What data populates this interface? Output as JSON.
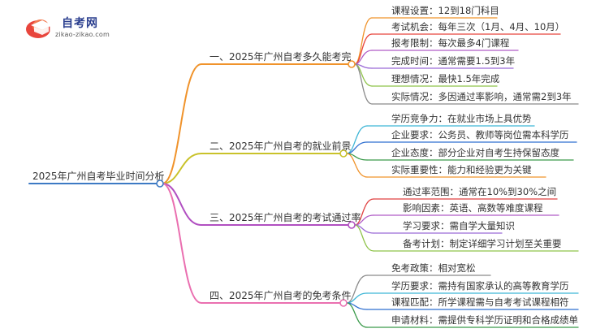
{
  "logo": {
    "title": "自考网",
    "url": "zikao-zikao.com"
  },
  "root": {
    "label": "2025年广州自考毕业时间分析"
  },
  "branches": [
    {
      "label": "一、2025年广州自考多久能考完",
      "color": "#f0932b",
      "leaves": [
        {
          "label": "课程设置：12到18门科目",
          "color": "#f0932b"
        },
        {
          "label": "考试机会：每年三次（1月、4月、10月）",
          "color": "#e8453c"
        },
        {
          "label": "报考限制：每次最多4门课程",
          "color": "#b05cc6"
        },
        {
          "label": "完成时间：通常需要1.5到3年",
          "color": "#9b6bd6"
        },
        {
          "label": "理想情况：最快1.5年完成",
          "color": "#8fc34a"
        },
        {
          "label": "实际情况：多因通过率影响，通常需2到3年",
          "color": "#8a8a8a"
        }
      ]
    },
    {
      "label": "二、2025年广州自考的就业前景",
      "color": "#c9c22a",
      "leaves": [
        {
          "label": "学历竞争力：在就业市场上具优势",
          "color": "#3fb6d6"
        },
        {
          "label": "企业要求：公务员、教师等岗位需本科学历",
          "color": "#2f6fd0"
        },
        {
          "label": "企业态度：部分企业对自考生持保留态度",
          "color": "#3a9a4a"
        },
        {
          "label": "实际重要性：能力和经验更为关键",
          "color": "#f0932b"
        }
      ]
    },
    {
      "label": "三、2025年广州自考的考试通过率",
      "color": "#b14fc1",
      "leaves": [
        {
          "label": "通过率范围：通常在10%到30%之间",
          "color": "#e04242"
        },
        {
          "label": "影响因素：英语、高数等难度课程",
          "color": "#b05cc6"
        },
        {
          "label": "学习要求：需自学大量知识",
          "color": "#9b6bd6"
        },
        {
          "label": "备考计划：制定详细学习计划至关重要",
          "color": "#8fc34a"
        }
      ]
    },
    {
      "label": "四、2025年广州自考的免考条件",
      "color": "#ea6fb0",
      "leaves": [
        {
          "label": "免考政策：相对宽松",
          "color": "#8a8a8a"
        },
        {
          "label": "学历要求：需持有国家承认的高等教育学历",
          "color": "#3fb6d6"
        },
        {
          "label": "课程匹配：所学课程需与自考考试课程相符",
          "color": "#2f6fd0"
        },
        {
          "label": "申请材料：需提供专科学历证明和合格成绩单",
          "color": "#3a9a4a"
        }
      ]
    }
  ],
  "styles": {
    "root_color": "#3d7ac4",
    "node_fill": "#ffffff"
  }
}
